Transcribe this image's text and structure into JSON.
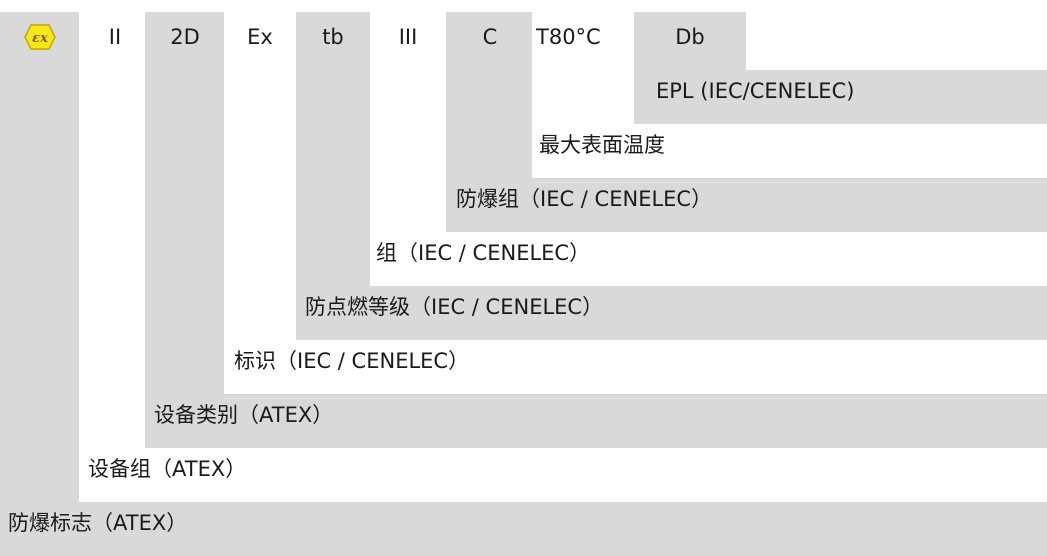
{
  "marking": {
    "ex_symbol": "ex-hexagon-symbol",
    "codes": [
      "II",
      "2D",
      "Ex",
      "tb",
      "III",
      "C",
      "T80°C",
      "Db"
    ]
  },
  "descriptions": {
    "epl": "EPL (IEC/CENELEC)",
    "max_surface_temp": "最大表面温度",
    "explosion_group": "防爆组（IEC / CENELEC）",
    "group": "组（IEC / CENELEC）",
    "protection_level": "防点燃等级（IEC / CENELEC）",
    "mark": "标识（IEC / CENELEC）",
    "equipment_category": "设备类别（ATEX）",
    "equipment_group": "设备组（ATEX）",
    "ex_mark": "防爆标志（ATEX）"
  },
  "colors": {
    "band": "#d9d9d9",
    "ex_fill": "#f5e71a",
    "ex_stroke": "#c9a300"
  }
}
